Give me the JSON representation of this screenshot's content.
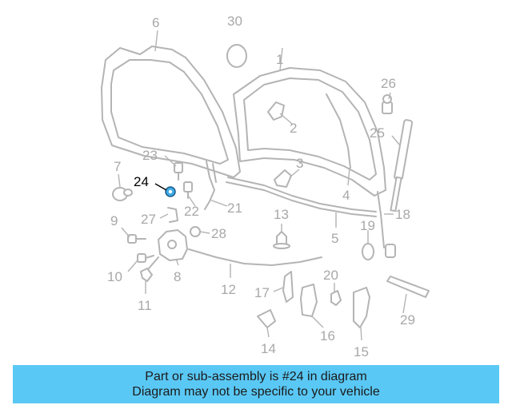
{
  "diagram": {
    "highlighted_part": "24",
    "highlight_color": "#3fa9e6",
    "callouts": [
      "1",
      "2",
      "3",
      "4",
      "5",
      "6",
      "7",
      "8",
      "9",
      "10",
      "11",
      "12",
      "13",
      "14",
      "15",
      "16",
      "17",
      "18",
      "19",
      "20",
      "21",
      "22",
      "23",
      "24",
      "25",
      "26",
      "27",
      "28",
      "29",
      "30"
    ]
  },
  "banner": {
    "line1": "Part or sub-assembly is #24 in diagram",
    "line2": "Diagram may not be specific to your vehicle",
    "background": "#5ac8f5"
  }
}
